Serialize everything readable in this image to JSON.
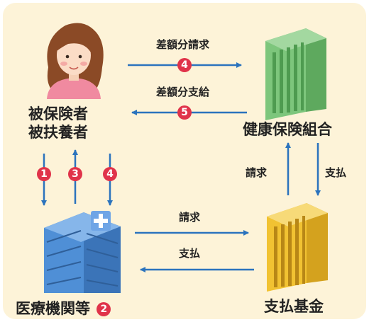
{
  "nodes": {
    "insured": {
      "line1": "被保険者",
      "line2": "被扶養者"
    },
    "insurer": {
      "label": "健康保険組合"
    },
    "medical": {
      "label": "医療機関等",
      "badge": "2"
    },
    "fund": {
      "label": "支払基金"
    }
  },
  "edges": {
    "top_request": {
      "label": "差額分請求",
      "badge": "4"
    },
    "top_payment": {
      "label": "差額分支給",
      "badge": "5"
    },
    "right_request": {
      "label": "請求"
    },
    "right_payment": {
      "label": "支払"
    },
    "bottom_request": {
      "label": "請求"
    },
    "bottom_payment": {
      "label": "支払"
    },
    "left_badges": [
      "1",
      "3",
      "4"
    ]
  },
  "colors": {
    "panel": "#fdf3d8",
    "arrow": "#2b73bd",
    "badge": "#e0334a",
    "insurer_building": "#7dc67c",
    "medical_building": "#4f8fd6",
    "fund_building": "#f1c232"
  }
}
